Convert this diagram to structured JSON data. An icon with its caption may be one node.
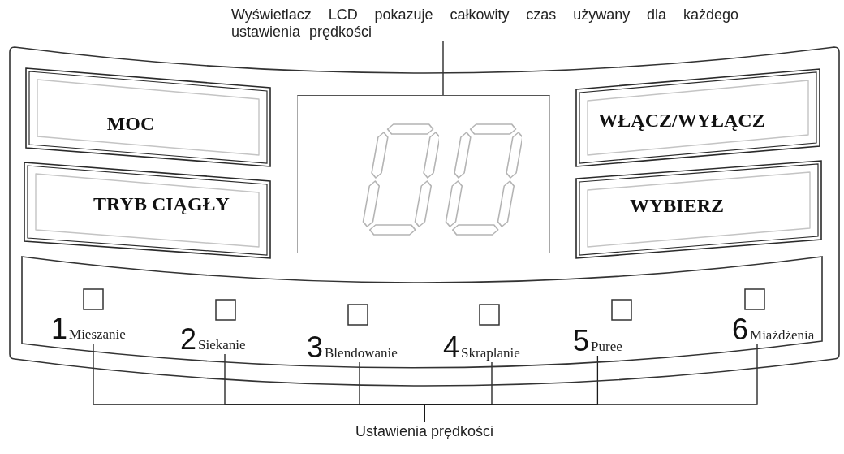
{
  "diagram": {
    "nodes": [
      {
        "text": [
          "Wyświetlacz LCD pokazuje całkowity czas używany dla każdego ustawienia prędkości"
        ]
      },
      {
        "text": [],
        "shape": "box"
      },
      {
        "text": [
          "MOC"
        ],
        "in": 1
      },
      {
        "text": [],
        "shape": "box",
        "in": 1
      },
      {
        "text": [
          "WŁĄCZ/WYŁĄCZ"
        ],
        "in": 1
      },
      {
        "text": [
          "TRYB CIĄGŁY"
        ],
        "in": 1
      },
      {
        "text": [
          "WYBIERZ"
        ],
        "in": 1
      },
      {
        "text": [],
        "shape": "box",
        "in": 1
      },
      {
        "text": [
          "1",
          "Mieszanie"
        ],
        "in": 7
      },
      {
        "text": [
          "2",
          "Siekanie"
        ],
        "in": 7
      },
      {
        "text": [
          "3",
          "Blendowanie"
        ],
        "in": 7
      },
      {
        "text": [
          "4",
          "Skraplanie"
        ],
        "in": 7
      },
      {
        "text": [
          "5",
          "Puree"
        ],
        "in": 7
      },
      {
        "text": [
          "6",
          "Miażdżenia"
        ],
        "in": 7
      },
      {
        "text": [
          "Ustawienia prędkości"
        ]
      }
    ],
    "edges": [
      {
        "from": 0,
        "to": 3,
        "arrow": "none"
      },
      {
        "from": 14,
        "to": 8,
        "arrow": "none"
      },
      {
        "from": 14,
        "to": 9,
        "arrow": "none"
      },
      {
        "from": 14,
        "to": 10,
        "arrow": "none"
      },
      {
        "from": 14,
        "to": 11,
        "arrow": "none"
      },
      {
        "from": 14,
        "to": 12,
        "arrow": "none"
      },
      {
        "from": 14,
        "to": 13,
        "arrow": "none"
      }
    ]
  }
}
